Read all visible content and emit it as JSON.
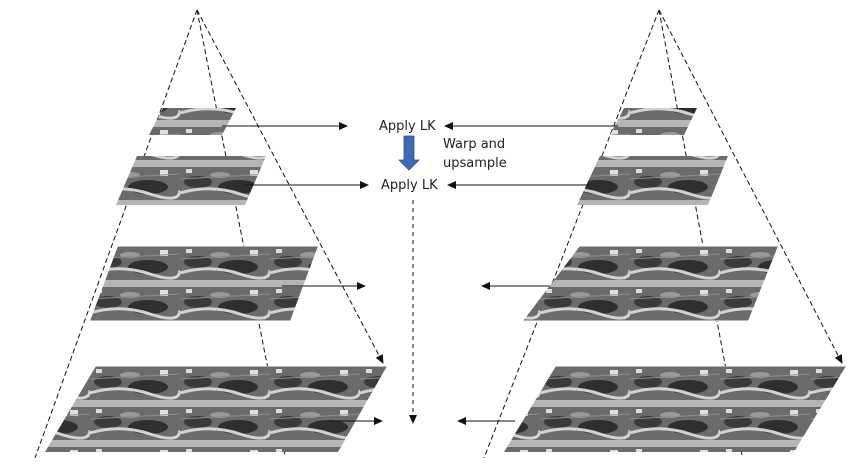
{
  "labels": {
    "apply_lk_top": "Apply LK",
    "apply_lk_second": "Apply LK",
    "warp_line1": "Warp and",
    "warp_line2": "upsample"
  },
  "colors": {
    "line": "#111111",
    "warp_arrow": "#3d6bb3",
    "image_dark": "#4a4a4a",
    "image_light": "#c9c9c9"
  },
  "pyramids": [
    {
      "name": "left-pyramid",
      "levels": 4
    },
    {
      "name": "right-pyramid",
      "levels": 4
    }
  ]
}
